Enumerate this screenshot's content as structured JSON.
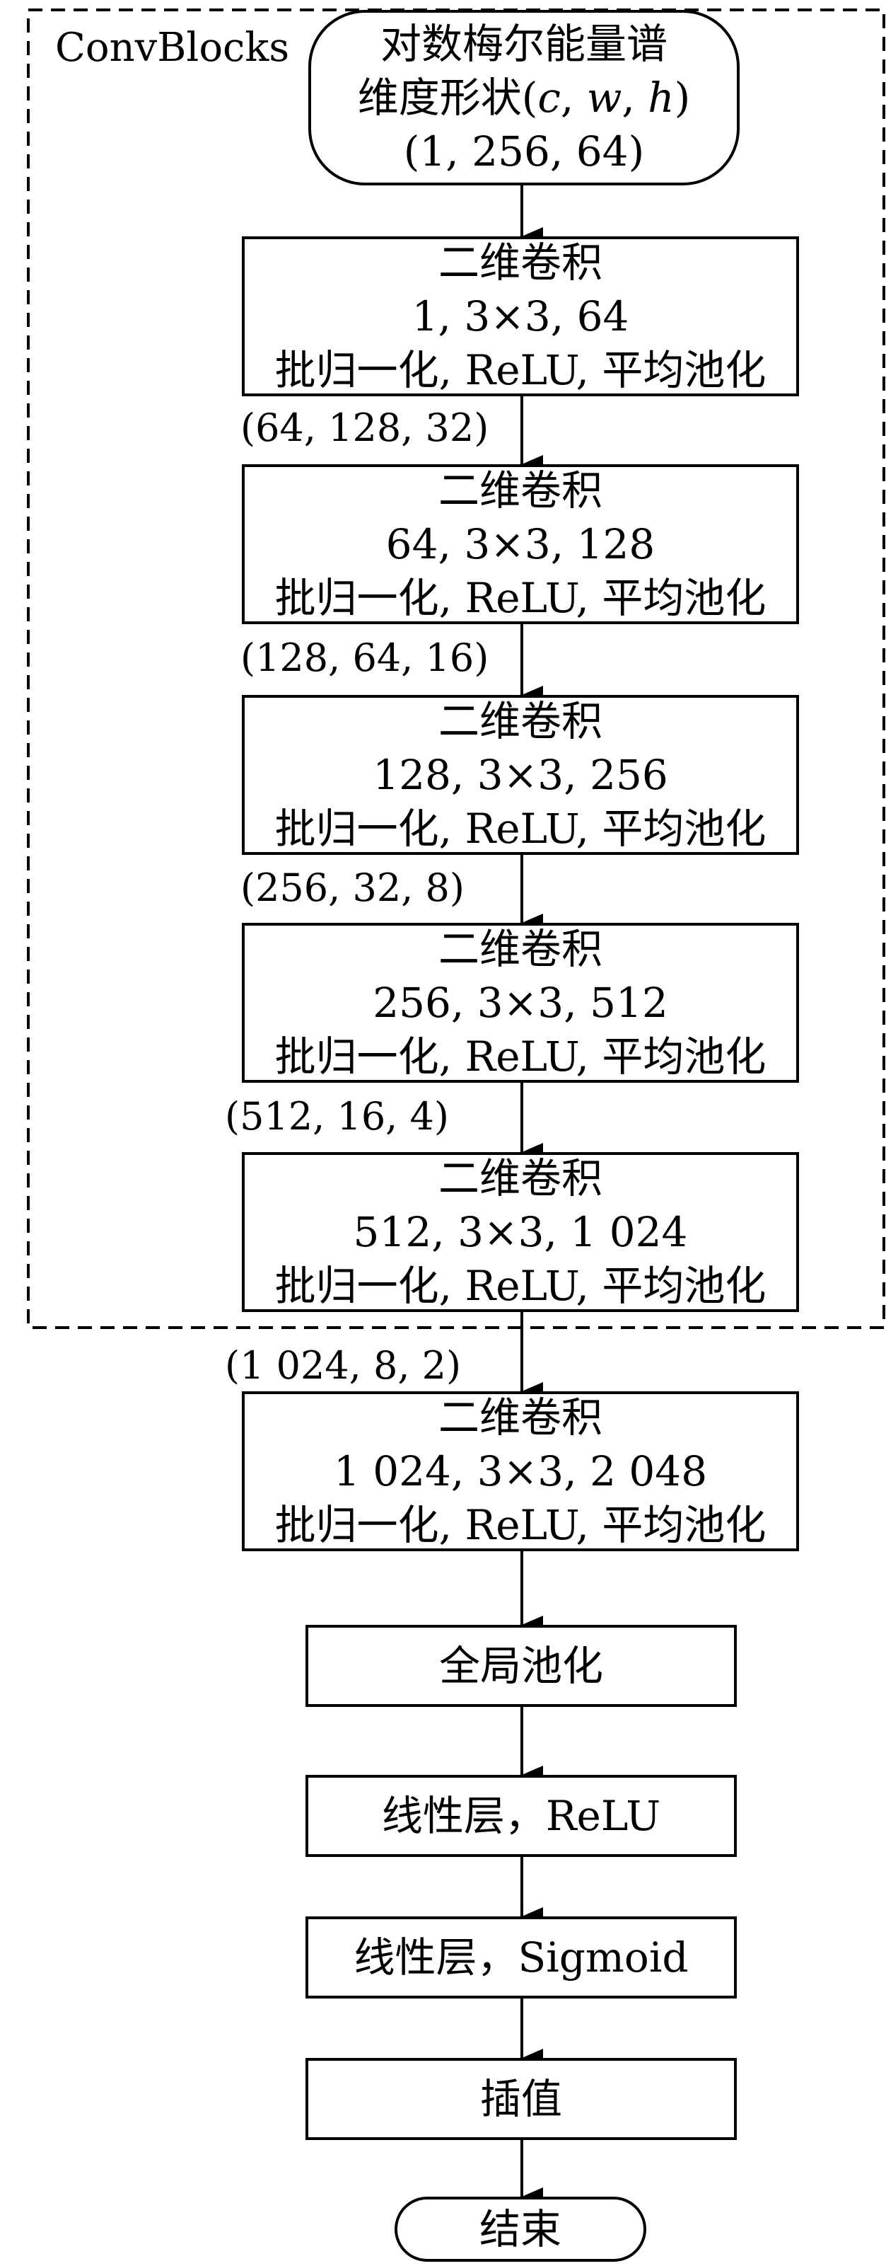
{
  "group_label": "ConvBlocks",
  "start": {
    "line1": "对数梅尔能量谱",
    "line2_prefix": "维度形状(",
    "var_c": "c",
    "sep1": ", ",
    "var_w": "w",
    "sep2": ", ",
    "var_h": "h",
    "line2_suffix": ")",
    "line3": "(1, 256, 64)"
  },
  "conv_blocks": [
    {
      "title": "二维卷积",
      "params": "1, 3×3, 64",
      "ops": "批归一化, ReLU, 平均池化"
    },
    {
      "title": "二维卷积",
      "params": "64, 3×3, 128",
      "ops": "批归一化, ReLU, 平均池化"
    },
    {
      "title": "二维卷积",
      "params": "128, 3×3, 256",
      "ops": "批归一化, ReLU, 平均池化"
    },
    {
      "title": "二维卷积",
      "params": "256, 3×3, 512",
      "ops": "批归一化, ReLU, 平均池化"
    },
    {
      "title": "二维卷积",
      "params": "512, 3×3, 1 024",
      "ops": "批归一化, ReLU, 平均池化"
    },
    {
      "title": "二维卷积",
      "params": "1 024, 3×3, 2 048",
      "ops": "批归一化, ReLU, 平均池化"
    }
  ],
  "shapes": [
    "(64, 128, 32)",
    "(128, 64, 16)",
    "(256, 32, 8)",
    "(512, 16, 4)",
    "(1 024, 8, 2)"
  ],
  "global_pool": "全局池化",
  "linear_relu": "线性层，ReLU",
  "linear_sigmoid": "线性层，Sigmoid",
  "interpolate": "插值",
  "end": "结束"
}
